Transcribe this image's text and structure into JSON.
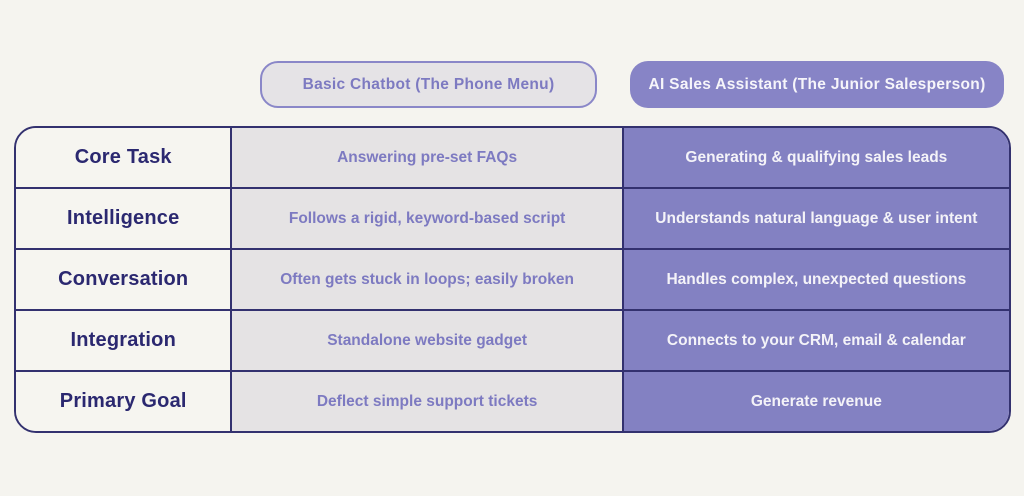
{
  "headers": {
    "basic_pill": "Basic Chatbot (The Phone Menu)",
    "ai_pill": "AI Sales Assistant (The Junior Salesperson)"
  },
  "table": {
    "rows": [
      {
        "label": "Core Task",
        "basic": "Answering pre-set FAQs",
        "ai": "Generating & qualifying sales leads"
      },
      {
        "label": "Intelligence",
        "basic": "Follows a rigid, keyword-based script",
        "ai": "Understands natural language & user intent"
      },
      {
        "label": "Conversation",
        "basic": "Often gets stuck in loops; easily broken",
        "ai": "Handles complex, unexpected questions"
      },
      {
        "label": "Integration",
        "basic": "Standalone website gadget",
        "ai": "Connects to your CRM, email & calendar"
      },
      {
        "label": "Primary Goal",
        "basic": "Deflect simple support tickets",
        "ai": "Generate revenue"
      }
    ]
  },
  "colors": {
    "page_background": "#f5f4ef",
    "purple_accent": "#8784c6",
    "purple_cell": "#8381c2",
    "gray_cell": "#e5e3e4",
    "navy_border": "#33316f",
    "navy_text": "#2b2870",
    "purple_text": "#7d7ac1",
    "white_text": "#f4f3f8"
  }
}
